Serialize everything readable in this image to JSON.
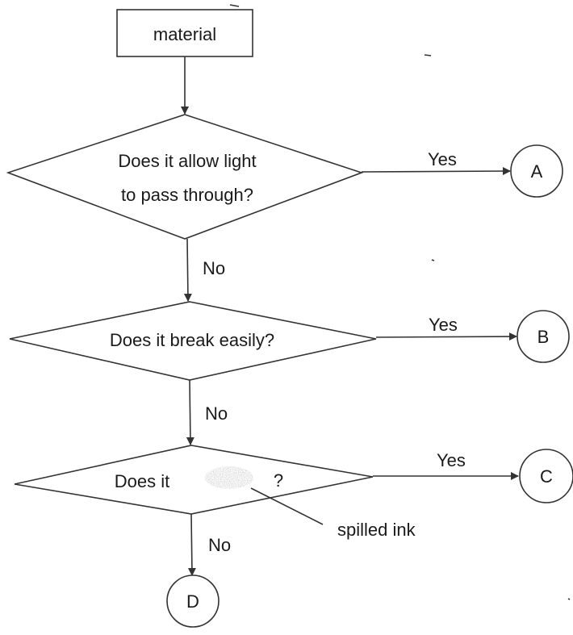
{
  "start": {
    "label": "material"
  },
  "decisions": [
    {
      "text_line1": "Does it allow light",
      "text_line2": "to pass through?"
    },
    {
      "text": "Does it break easily?"
    },
    {
      "text_before": "Does it",
      "text_after": "?"
    }
  ],
  "labels": {
    "yes": "Yes",
    "no": "No"
  },
  "terminals": [
    "A",
    "B",
    "C",
    "D"
  ],
  "annotation": {
    "text": "spilled ink"
  }
}
